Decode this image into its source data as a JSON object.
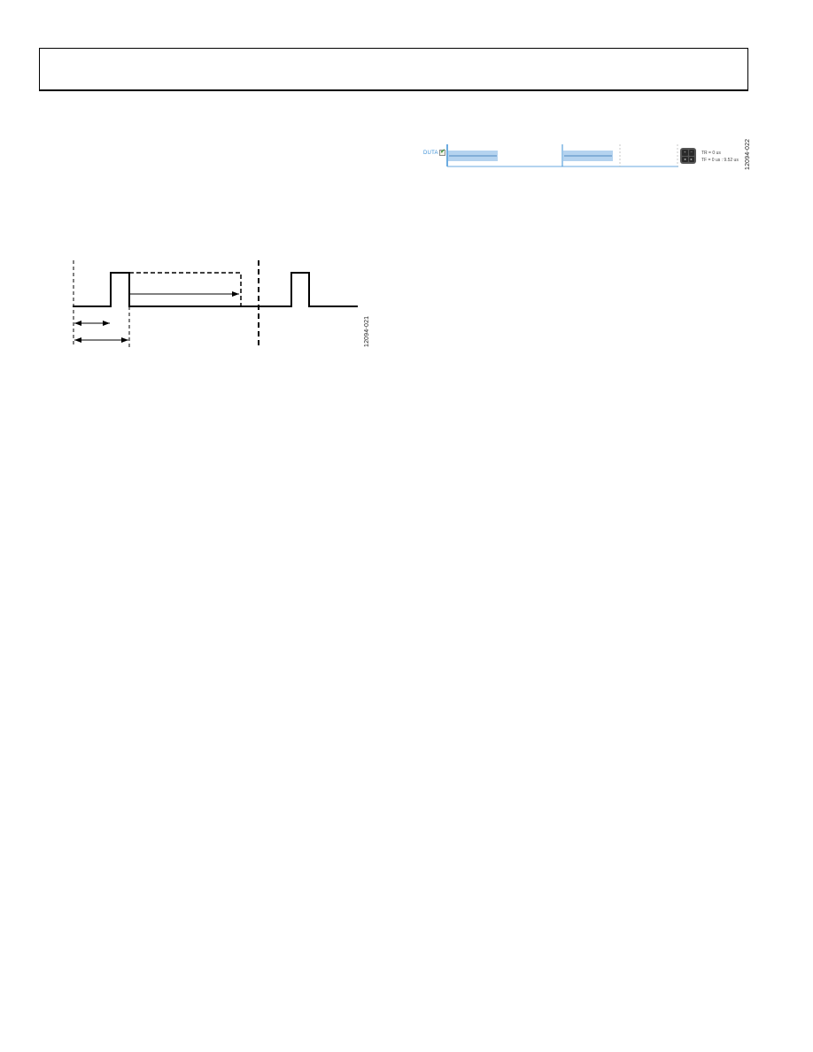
{
  "header": {
    "title": ""
  },
  "figure_left": {
    "figure_id": "12094-021"
  },
  "figure_right": {
    "figure_id": "12094-022",
    "channel_label": "DUTA",
    "checkbox_checked": true,
    "info_line_1": "TR = 0 us",
    "info_line_2": "TF = 0 us : 9.52 us",
    "zoom_pad_icons": [
      "zoom-in-icon",
      "zoom-out-icon",
      "pan-left-icon",
      "pan-right-icon"
    ],
    "accent_color": "#3a8fd6",
    "highlight_color": "#9cc4ea"
  }
}
